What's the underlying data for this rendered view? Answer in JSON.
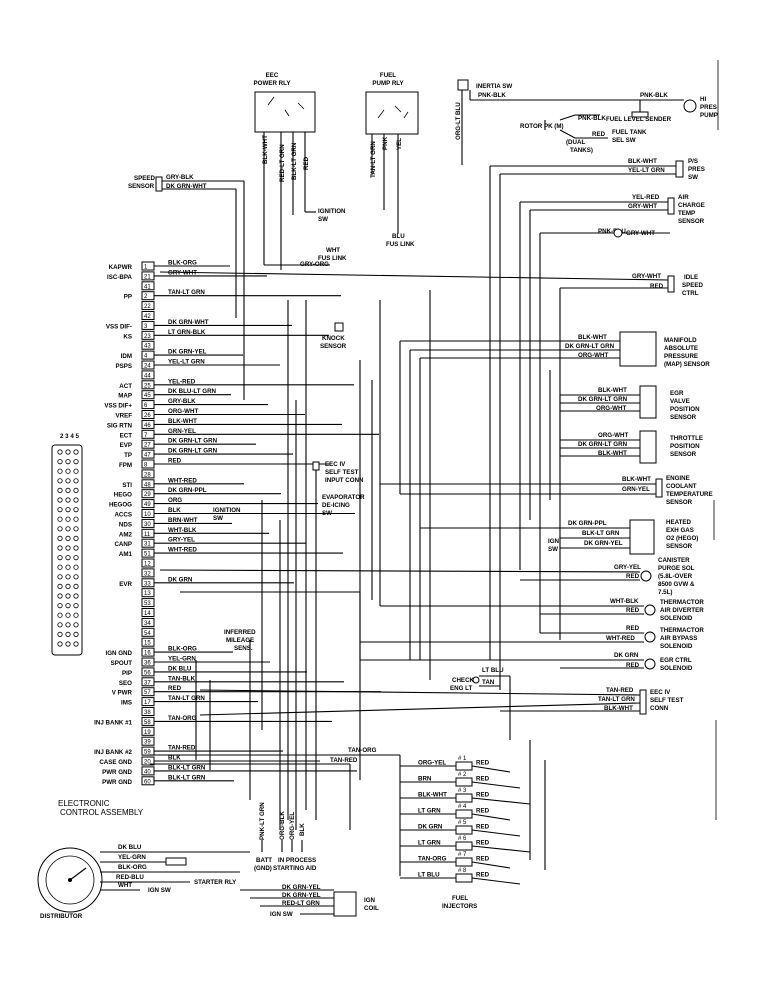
{
  "relays": {
    "eec_power": {
      "title": [
        "EEC",
        "POWER RLY"
      ],
      "wires": [
        "BLK-WHT",
        "RED-LT GRN",
        "BLK-LT GRN",
        "RED"
      ]
    },
    "fuel_pump": {
      "title": [
        "FUEL",
        "PUMP RLY"
      ],
      "wires": [
        "TAN-LT GRN",
        "PNK",
        "YEL"
      ]
    },
    "inertia": {
      "title": "INERTIA SW",
      "wire": "ORG-LT BLU"
    }
  },
  "top": {
    "pnk_blk_1": "PNK-BLK",
    "pnk_blk_2": "PNK-BLK",
    "hp_pump": [
      "HI",
      "PRES",
      "PUMP"
    ],
    "fuel_level": "FUEL LEVEL SENDER",
    "rotor_pk": "ROTOR PK (M)",
    "pnk_blk_3": "PNK-BLK",
    "fuel_tank_sel": [
      "FUEL TANK",
      "SEL SW"
    ],
    "dual_tanks": [
      "(DUAL",
      "TANKS)"
    ],
    "red": "RED",
    "ps_sw": [
      "P/S",
      "PRES",
      "SW"
    ],
    "ps_wire1": "BLK-WHT",
    "ps_wire2": "YEL-LT GRN",
    "speed_sensor": [
      "SPEED",
      "SENSOR"
    ],
    "ss_wire1": "GRY-BLK",
    "ss_wire2": "DK GRN-WHT",
    "ignition_sw": [
      "IGNITION",
      "SW"
    ],
    "wht_fus": [
      "WHT",
      "FUS LINK"
    ],
    "blu_fus": [
      "BLU",
      "FUS LINK"
    ],
    "gry_org": "GRY-ORG",
    "act": [
      "AIR",
      "CHARGE",
      "TEMP",
      "SENSOR"
    ],
    "act_wire1": "YEL-RED",
    "act_wire2": "GRY-WHT",
    "act_wire3": "PNK-BLU",
    "gry_wht_top": "GRY-WHT",
    "idle": [
      "IDLE",
      "SPEED",
      "CTRL"
    ],
    "idle_wire1": "GRY-WHT",
    "idle_wire2": "RED"
  },
  "left_pins": [
    {
      "label": "KAPWR",
      "pin": "1",
      "wire": "BLK-ORG"
    },
    {
      "label": "ISC-BPA",
      "pin": "21",
      "wire": "GRY-WHT"
    },
    {
      "label": "",
      "pin": "41",
      "wire": ""
    },
    {
      "label": "PP",
      "pin": "2",
      "wire": "TAN-LT GRN"
    },
    {
      "label": "",
      "pin": "22",
      "wire": ""
    },
    {
      "label": "",
      "pin": "42",
      "wire": ""
    },
    {
      "label": "VSS DIF-",
      "pin": "3",
      "wire": "DK GRN-WHT"
    },
    {
      "label": "KS",
      "pin": "23",
      "wire": "LT GRN-BLK"
    },
    {
      "label": "",
      "pin": "43",
      "wire": ""
    },
    {
      "label": "IDM",
      "pin": "4",
      "wire": "DK GRN-YEL"
    },
    {
      "label": "PSPS",
      "pin": "24",
      "wire": "YEL-LT GRN"
    },
    {
      "label": "",
      "pin": "44",
      "wire": ""
    },
    {
      "label": "ACT",
      "pin": "25",
      "wire": "YEL-RED"
    },
    {
      "label": "MAP",
      "pin": "45",
      "wire": "DK BLU-LT GRN"
    },
    {
      "label": "VSS DIF+",
      "pin": "6",
      "wire": "GRY-BLK"
    },
    {
      "label": "VREF",
      "pin": "26",
      "wire": "ORG-WHT"
    },
    {
      "label": "SIG RTN",
      "pin": "46",
      "wire": "BLK-WHT"
    },
    {
      "label": "ECT",
      "pin": "7",
      "wire": "GRN-YEL"
    },
    {
      "label": "EVP",
      "pin": "27",
      "wire": "DK GRN-LT GRN"
    },
    {
      "label": "TP",
      "pin": "47",
      "wire": "DK GRN-LT GRN"
    },
    {
      "label": "FPM",
      "pin": "8",
      "wire": "RED"
    },
    {
      "label": "",
      "pin": "28",
      "wire": ""
    },
    {
      "label": "STI",
      "pin": "48",
      "wire": "WHT-RED"
    },
    {
      "label": "HEGO",
      "pin": "29",
      "wire": "DK GRN-PPL"
    },
    {
      "label": "HEGOG",
      "pin": "49",
      "wire": "ORG"
    },
    {
      "label": "ACCS",
      "pin": "10",
      "wire": "BLK"
    },
    {
      "label": "NDS",
      "pin": "30",
      "wire": "BRN-WHT"
    },
    {
      "label": "AM2",
      "pin": "11",
      "wire": "WHT-BLK"
    },
    {
      "label": "CANP",
      "pin": "31",
      "wire": "GRY-YEL"
    },
    {
      "label": "AM1",
      "pin": "51",
      "wire": "WHT-RED"
    },
    {
      "label": "",
      "pin": "12",
      "wire": ""
    },
    {
      "label": "",
      "pin": "32",
      "wire": ""
    },
    {
      "label": "EVR",
      "pin": "33",
      "wire": "DK GRN"
    },
    {
      "label": "",
      "pin": "13",
      "wire": ""
    },
    {
      "label": "",
      "pin": "53",
      "wire": ""
    },
    {
      "label": "",
      "pin": "14",
      "wire": ""
    },
    {
      "label": "",
      "pin": "34",
      "wire": ""
    },
    {
      "label": "",
      "pin": "54",
      "wire": ""
    },
    {
      "label": "",
      "pin": "15",
      "wire": ""
    },
    {
      "label": "IGN GND",
      "pin": "16",
      "wire": "BLK-ORG"
    },
    {
      "label": "SPOUT",
      "pin": "36",
      "wire": "YEL-GRN"
    },
    {
      "label": "PIP",
      "pin": "56",
      "wire": "DK BLU"
    },
    {
      "label": "SEO",
      "pin": "37",
      "wire": "TAN-BLK"
    },
    {
      "label": "V PWR",
      "pin": "57",
      "wire": "RED"
    },
    {
      "label": "IMS",
      "pin": "17",
      "wire": "TAN-LT GRN"
    },
    {
      "label": "",
      "pin": "38",
      "wire": ""
    },
    {
      "label": "INJ BANK #1",
      "pin": "58",
      "wire": "TAN-ORG"
    },
    {
      "label": "",
      "pin": "19",
      "wire": ""
    },
    {
      "label": "",
      "pin": "39",
      "wire": ""
    },
    {
      "label": "INJ BANK #2",
      "pin": "59",
      "wire": "TAN-RED"
    },
    {
      "label": "CASE GND",
      "pin": "20",
      "wire": "BLK"
    },
    {
      "label": "PWR GND",
      "pin": "40",
      "wire": "BLK-LT GRN"
    },
    {
      "label": "PWR GND",
      "pin": "60",
      "wire": "BLK-LT GRN"
    }
  ],
  "sensors_right": {
    "knock": [
      "KNOCK",
      "SENSOR"
    ],
    "map_sensor": [
      "MANIFOLD",
      "ABSOLUTE",
      "PRESSURE",
      "(MAP) SENSOR"
    ],
    "map_wires": [
      "BLK-WHT",
      "DK GRN-LT GRN",
      "ORG-WHT"
    ],
    "evp_sensor": [
      "EGR",
      "VALVE",
      "POSITION",
      "SENSOR"
    ],
    "evp_wires": [
      "BLK-WHT",
      "DK GRN-LT GRN",
      "ORG-WHT"
    ],
    "tp_sensor": [
      "THROTTLE",
      "POSITION",
      "SENSOR"
    ],
    "tp_wires": [
      "ORG-WHT",
      "DK GRN-LT GRN",
      "BLK-WHT"
    ],
    "ect_sensor": [
      "ENGINE",
      "COOLANT",
      "TEMPERATURE",
      "SENSOR"
    ],
    "ect_wires": [
      "BLK-WHT",
      "GRN-YEL"
    ],
    "hego": [
      "HEATED",
      "EXH GAS",
      "O2 (HEGO)",
      "SENSOR"
    ],
    "hego_wires": [
      "DK GRN-PPL",
      "BLK-LT GRN",
      "DK GRN-YEL"
    ],
    "ign_sw_mid": [
      "IGN",
      "SW"
    ],
    "canp": [
      "CANISTER",
      "PURGE SOL",
      "(5.8L-OVER",
      "8500 GVW &",
      "7.5L)"
    ],
    "canp_wires": [
      "GRY-YEL",
      "RED"
    ],
    "tad": [
      "THERMACTOR",
      "AIR DIVERTER",
      "SOLENOID"
    ],
    "tad_wires": [
      "WHT-BLK",
      "RED"
    ],
    "tab": [
      "THERMACTOR",
      "AIR BYPASS",
      "SOLENOID"
    ],
    "tab_wires": [
      "RED",
      "WHT-RED"
    ],
    "egr_ctrl": [
      "EGR CTRL",
      "SOLENOID"
    ],
    "egr_wires": [
      "DK GRN",
      "RED"
    ],
    "self_test": [
      "EEC IV",
      "SELF TEST",
      "CONN"
    ],
    "st_wires": [
      "TAN-RED",
      "TAN-LT GRN",
      "BLK-WHT"
    ],
    "check_engine": [
      "CHECK",
      "ENG LT"
    ],
    "check_wires": [
      "LT BLU",
      "TAN"
    ]
  },
  "mid": {
    "self_test_input": [
      "EEC IV",
      "SELF TEST",
      "INPUT CONN"
    ],
    "evap": [
      "EVAPORATOR",
      "DE-ICING",
      "SW"
    ],
    "ignition_sw2": [
      "IGNITION",
      "SW"
    ],
    "inferred_mileage": [
      "INFERRED",
      "MILEAGE",
      "SENS."
    ],
    "batt": [
      "BATT",
      "(GND)"
    ],
    "in_process": [
      "IN PROCESS",
      "STARTING AID"
    ],
    "starting_wires": [
      "PNK-LT GRN",
      "ORG-BLK",
      "ORG-YEL",
      "BLK"
    ]
  },
  "injectors": {
    "title": [
      "FUEL",
      "INJECTORS"
    ],
    "top_wires": [
      "TAN-ORG",
      "TAN-RED"
    ],
    "items": [
      {
        "num": "# 1",
        "wire": "ORG-YEL",
        "out": "RED"
      },
      {
        "num": "# 2",
        "wire": "BRN",
        "out": "RED"
      },
      {
        "num": "# 3",
        "wire": "BLK-WHT",
        "out": "RED"
      },
      {
        "num": "# 4",
        "wire": "LT GRN",
        "out": "RED"
      },
      {
        "num": "# 5",
        "wire": "DK GRN",
        "out": "RED"
      },
      {
        "num": "# 6",
        "wire": "LT GRN",
        "out": "RED"
      },
      {
        "num": "# 7",
        "wire": "TAN-ORG",
        "out": "RED"
      },
      {
        "num": "# 8",
        "wire": "LT BLU",
        "out": "RED"
      }
    ]
  },
  "bottom": {
    "eca": [
      "ELECTRONIC",
      "CONTROL ASSEMBLY"
    ],
    "distributor": "DISTRIBUTOR",
    "dist_wires": [
      "DK BLU",
      "YEL-GRN",
      "BLK-ORG",
      "RED-BLU",
      "WHT"
    ],
    "starter": "STARTER RLY",
    "ign_sw": "IGN SW",
    "coil_wires": [
      "DK GRN-YEL",
      "DK GRN-YEL",
      "RED-LT GRN"
    ],
    "ign_coil": [
      "IGN",
      "COIL"
    ],
    "ign_sw_bottom": "IGN SW"
  },
  "connector": {
    "header": "2 3 4 5"
  }
}
